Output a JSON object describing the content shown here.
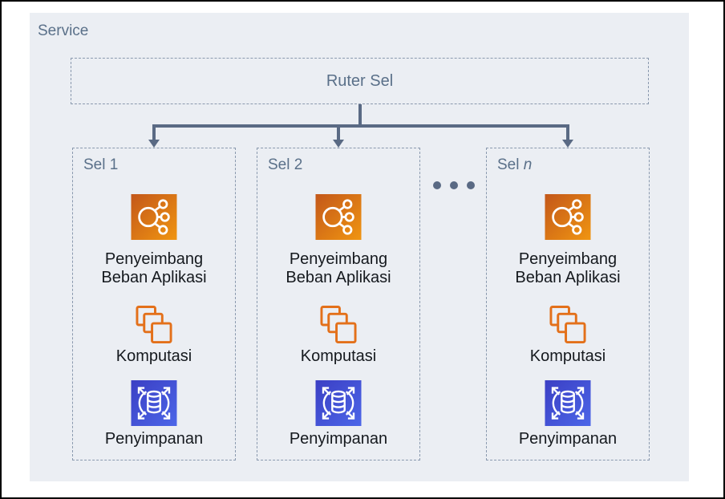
{
  "service": {
    "title": "Service"
  },
  "router": {
    "label": "Ruter Sel"
  },
  "ellipsis": {
    "dot_count": 3
  },
  "cells": [
    {
      "title": "Sel 1",
      "title_italic": "",
      "items": [
        {
          "icon": "application-load-balancer-icon",
          "label_lines": [
            "Penyeimbang",
            "Beban Aplikasi"
          ]
        },
        {
          "icon": "compute-icon",
          "label_lines": [
            "Komputasi"
          ]
        },
        {
          "icon": "storage-icon",
          "label_lines": [
            "Penyimpanan"
          ]
        }
      ]
    },
    {
      "title": "Sel 2",
      "title_italic": "",
      "items": [
        {
          "icon": "application-load-balancer-icon",
          "label_lines": [
            "Penyeimbang",
            "Beban Aplikasi"
          ]
        },
        {
          "icon": "compute-icon",
          "label_lines": [
            "Komputasi"
          ]
        },
        {
          "icon": "storage-icon",
          "label_lines": [
            "Penyimpanan"
          ]
        }
      ]
    },
    {
      "title": "Sel ",
      "title_italic": "n",
      "items": [
        {
          "icon": "application-load-balancer-icon",
          "label_lines": [
            "Penyeimbang",
            "Beban Aplikasi"
          ]
        },
        {
          "icon": "compute-icon",
          "label_lines": [
            "Komputasi"
          ]
        },
        {
          "icon": "storage-icon",
          "label_lines": [
            "Penyimpanan"
          ]
        }
      ]
    }
  ],
  "colors": {
    "service_background": "#EBEEF3",
    "frame_border": "#000000",
    "dashed_border": "#8A99AE",
    "connector": "#5A6A84",
    "heading_text": "#5A7089",
    "label_text": "#15191E",
    "alb_gradient": [
      "#C3571A",
      "#F09511"
    ],
    "compute_outline": "#E3701A",
    "storage_gradient": [
      "#3B3FC4",
      "#4C66E8"
    ]
  }
}
